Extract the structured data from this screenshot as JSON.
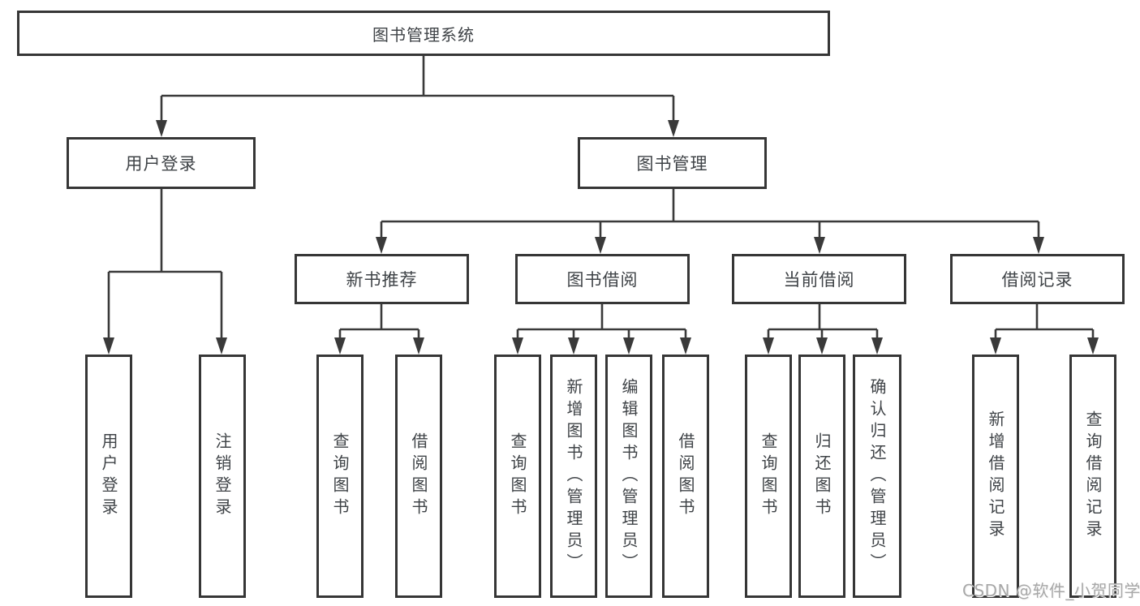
{
  "root": {
    "label": "图书管理系统"
  },
  "branches": [
    {
      "label": "用户登录",
      "children": [
        {
          "label": "用户登录"
        },
        {
          "label": "注销登录"
        }
      ]
    },
    {
      "label": "图书管理",
      "sections": [
        {
          "label": "新书推荐",
          "children": [
            {
              "label": "查询图书"
            },
            {
              "label": "借阅图书"
            }
          ]
        },
        {
          "label": "图书借阅",
          "children": [
            {
              "label": "查询图书"
            },
            {
              "label": "新增图书（管理员）"
            },
            {
              "label": "编辑图书（管理员）"
            },
            {
              "label": "借阅图书"
            }
          ]
        },
        {
          "label": "当前借阅",
          "children": [
            {
              "label": "查询图书"
            },
            {
              "label": "归还图书"
            },
            {
              "label": "确认归还（管理员）"
            }
          ]
        },
        {
          "label": "借阅记录",
          "children": [
            {
              "label": "新增借阅记录"
            },
            {
              "label": "查询借阅记录"
            }
          ]
        }
      ]
    }
  ],
  "watermark": "CSDN @软件_小贺同学",
  "colors": {
    "line": "#3a3a3a",
    "border": "#363636",
    "text": "#3f4347",
    "watermark": "#a8a8a8",
    "background": "#ffffff"
  }
}
